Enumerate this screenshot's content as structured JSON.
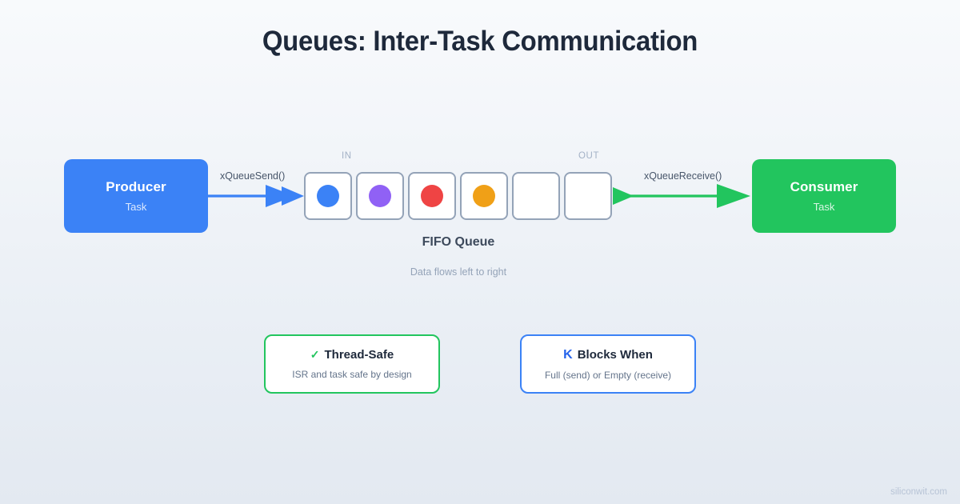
{
  "title": "Queues: Inter-Task Communication",
  "producer": {
    "name": "Producer",
    "subtitle": "Task",
    "color": "#3b82f6"
  },
  "consumer": {
    "name": "Consumer",
    "subtitle": "Task",
    "color": "#22c55e"
  },
  "arrows": {
    "send_label": "xQueueSend()",
    "send_color": "#3b82f6",
    "receive_label": "xQueueReceive()",
    "receive_color": "#22c55e"
  },
  "queue": {
    "in_label": "IN",
    "out_label": "OUT",
    "caption": "FIFO Queue",
    "subcaption": "Data flows left to right",
    "border_color": "#94a3b8",
    "cells": [
      {
        "filled": true,
        "color": "#3b82f6"
      },
      {
        "filled": true,
        "color": "#9061f5"
      },
      {
        "filled": true,
        "color": "#ef4444"
      },
      {
        "filled": true,
        "color": "#f0a017"
      },
      {
        "filled": false,
        "color": ""
      },
      {
        "filled": false,
        "color": ""
      }
    ]
  },
  "features": [
    {
      "icon": "check-icon",
      "icon_glyph": "✓",
      "title": "Thread-Safe",
      "description": "ISR and task safe by design",
      "accent": "#22c55e"
    },
    {
      "icon": "k-glyph-icon",
      "icon_glyph": "K",
      "title": "Blocks When",
      "description": "Full (send) or Empty (receive)",
      "accent": "#2563eb"
    }
  ],
  "watermark": "siliconwit.com"
}
